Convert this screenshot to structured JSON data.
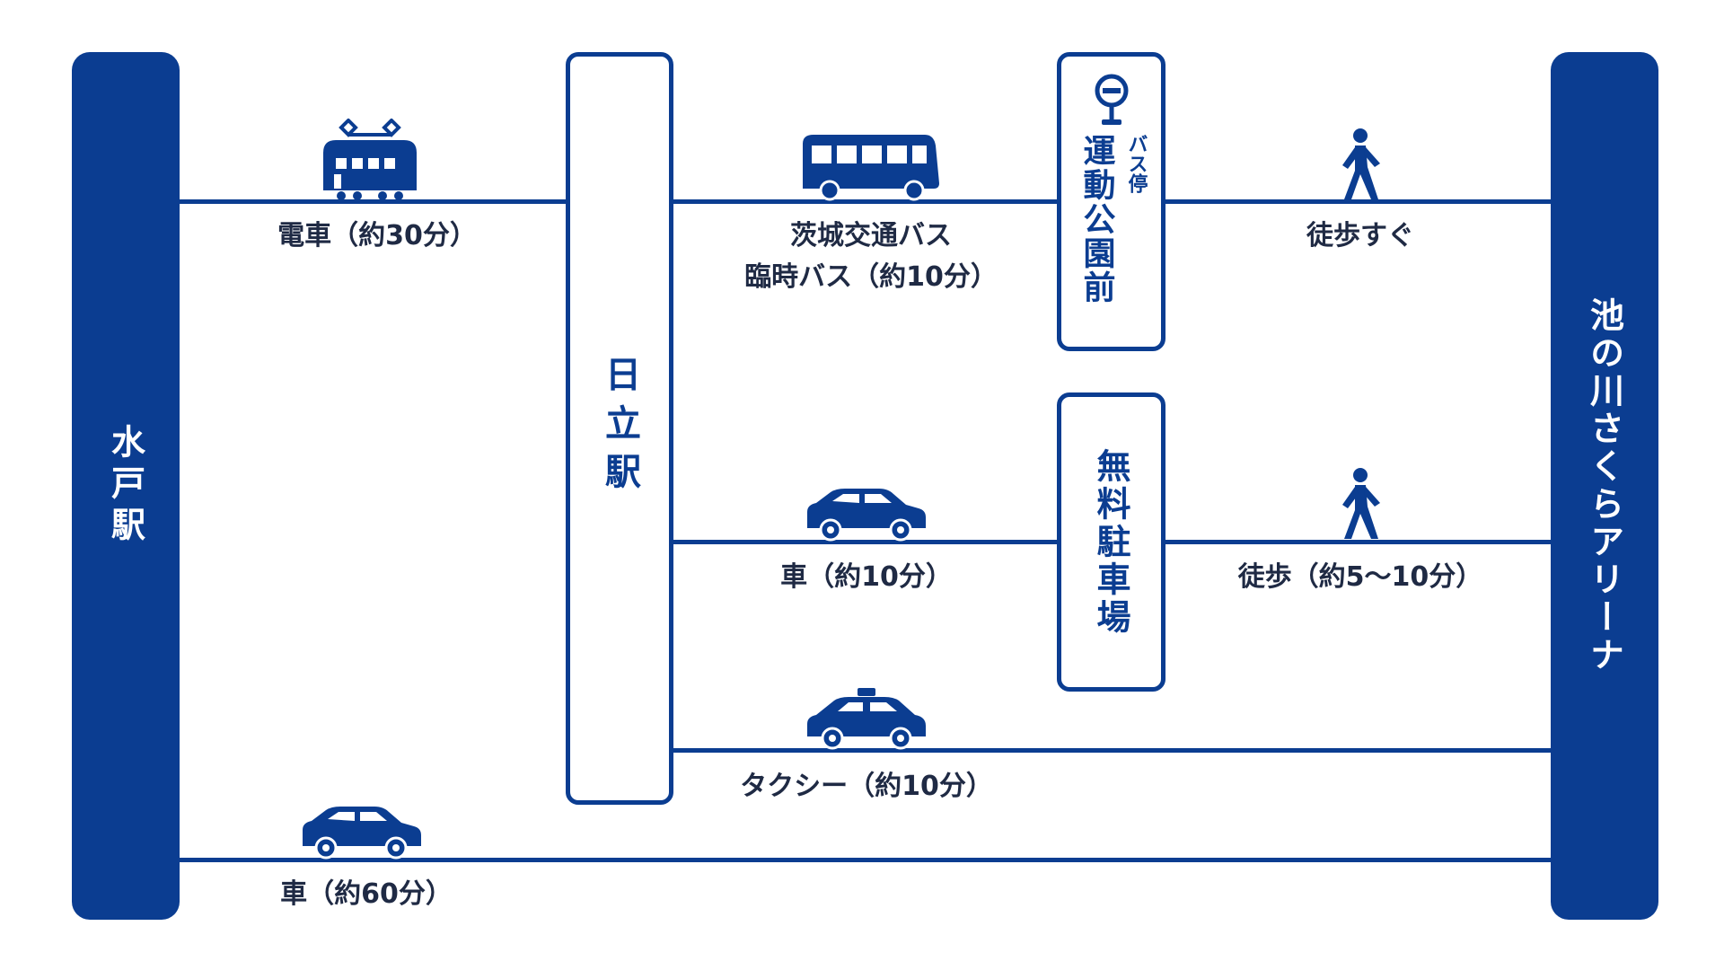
{
  "colors": {
    "primary": "#0b3d91",
    "text": "#1f2a44",
    "background": "#ffffff"
  },
  "stations": {
    "mito": "水戸駅",
    "hitachi": "日立駅",
    "arena": "池の川さくらアリーナ"
  },
  "stops": {
    "bus_stop_prefix": "バス停",
    "bus_stop_name": "運動公園前",
    "parking": "無料駐車場"
  },
  "labels": {
    "train": "電車（約30分）",
    "bus_line1": "茨城交通バス",
    "bus_line2": "臨時バス（約10分）",
    "walk_short": "徒歩すぐ",
    "car_short": "車（約10分）",
    "walk_long": "徒歩（約5～10分）",
    "taxi": "タクシー（約10分）",
    "car_long": "車（約60分）"
  },
  "icons": {
    "train": "train-icon",
    "bus": "bus-icon",
    "bus_stop": "bus-stop-icon",
    "walker1": "pedestrian-icon",
    "car1": "car-icon",
    "walker2": "pedestrian-icon",
    "taxi": "taxi-icon",
    "car2": "car-icon"
  }
}
